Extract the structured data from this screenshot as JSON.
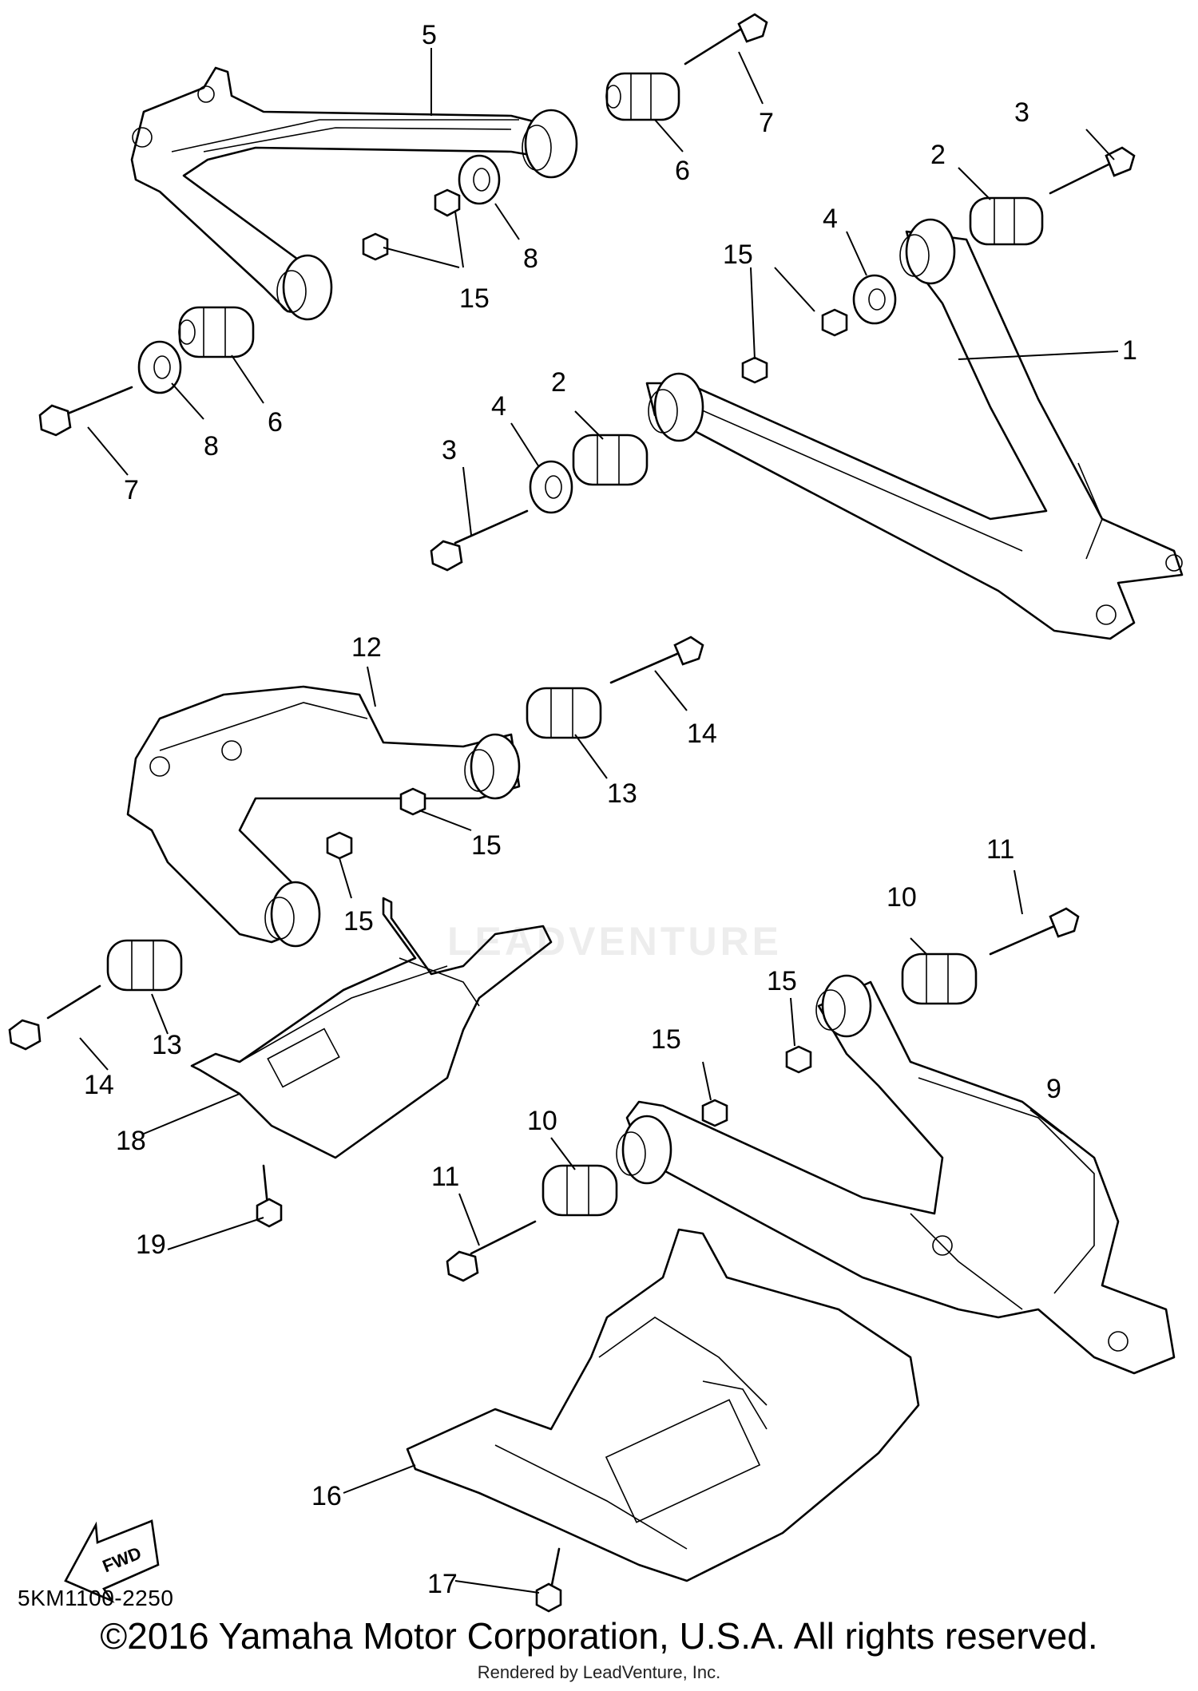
{
  "diagram": {
    "code": "5KM1100-2250",
    "copyright": "©2016 Yamaha Motor Corporation, U.S.A. All rights reserved.",
    "rendered_by": "Rendered by LeadVenture, Inc.",
    "watermark": "LEADVENTURE",
    "fwd_label": "FWD"
  },
  "callouts": [
    "1",
    "2",
    "3",
    "4",
    "5",
    "6",
    "7",
    "8",
    "9",
    "10",
    "11",
    "12",
    "13",
    "14",
    "15",
    "16",
    "17",
    "18",
    "19"
  ]
}
